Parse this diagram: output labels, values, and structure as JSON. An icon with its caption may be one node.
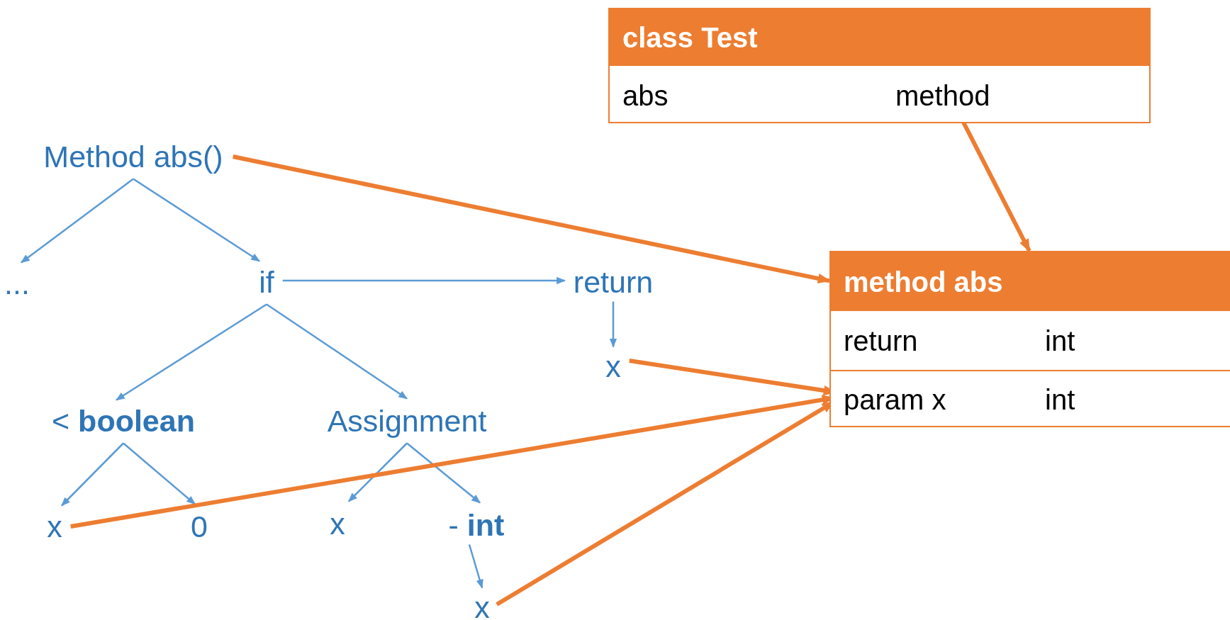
{
  "diagram": {
    "nodes": [
      {
        "text": [
          "class Test"
        ]
      },
      {
        "text": [
          "abs"
        ],
        "in": 0
      },
      {
        "text": [
          "method"
        ],
        "in": 0
      },
      {
        "text": [
          "method abs"
        ]
      },
      {
        "text": [
          "return"
        ],
        "in": 3
      },
      {
        "text": [
          "int"
        ],
        "in": 3
      },
      {
        "text": [
          "param x"
        ],
        "in": 3
      },
      {
        "text": [
          "int"
        ],
        "in": 3
      },
      {
        "text": [
          "Method abs()"
        ]
      },
      {
        "text": [
          "..."
        ]
      },
      {
        "text": [
          "if"
        ]
      },
      {
        "text": [
          "return"
        ]
      },
      {
        "text": [
          "x"
        ]
      },
      {
        "text": [
          "< **boolean**"
        ]
      },
      {
        "text": [
          "Assignment"
        ]
      },
      {
        "text": [
          "x"
        ]
      },
      {
        "text": [
          "0"
        ]
      },
      {
        "text": [
          "x"
        ]
      },
      {
        "text": [
          "- **int**"
        ]
      },
      {
        "text": [
          "x"
        ]
      }
    ],
    "edges": [
      {
        "from": 8,
        "to": 9,
        "arrow": "to"
      },
      {
        "from": 8,
        "to": 10,
        "arrow": "to"
      },
      {
        "from": 10,
        "to": 11,
        "arrow": "to"
      },
      {
        "from": 11,
        "to": 12,
        "arrow": "to"
      },
      {
        "from": 10,
        "to": 13,
        "arrow": "to"
      },
      {
        "from": 10,
        "to": 14,
        "arrow": "to"
      },
      {
        "from": 13,
        "to": 15,
        "arrow": "to"
      },
      {
        "from": 13,
        "to": 16,
        "arrow": "to"
      },
      {
        "from": 14,
        "to": 17,
        "arrow": "to"
      },
      {
        "from": 14,
        "to": 18,
        "arrow": "to"
      },
      {
        "from": 18,
        "to": 19,
        "arrow": "to"
      },
      {
        "from": 8,
        "to": 3,
        "arrow": "to",
        "style": "thick",
        "color": "#ed7d31"
      },
      {
        "from": 2,
        "to": 3,
        "arrow": "to",
        "style": "thick",
        "color": "#ed7d31"
      },
      {
        "from": 12,
        "to": 6,
        "arrow": "to",
        "style": "thick",
        "color": "#ed7d31"
      },
      {
        "from": 15,
        "to": 6,
        "arrow": "to",
        "style": "thick",
        "color": "#ed7d31"
      },
      {
        "from": 19,
        "to": 6,
        "arrow": "to",
        "style": "thick",
        "color": "#ed7d31"
      }
    ]
  }
}
